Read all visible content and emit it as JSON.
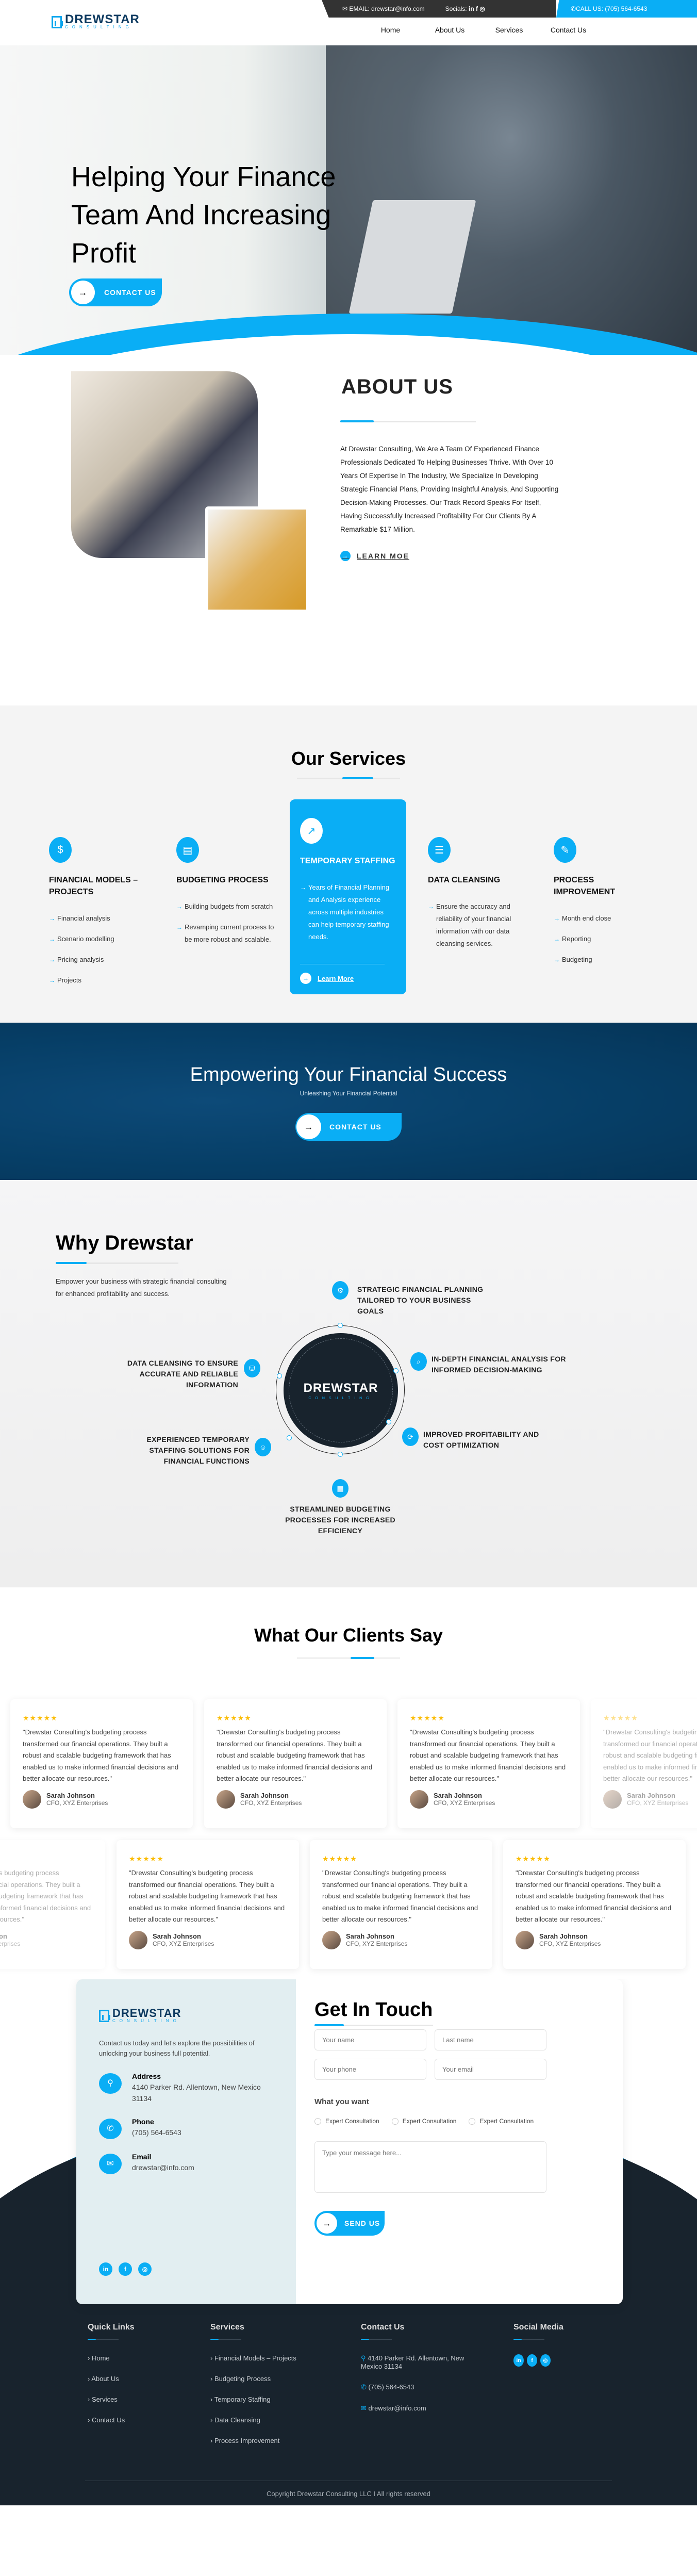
{
  "brand": {
    "name": "DREWSTAR",
    "tagline": "CONSULTING"
  },
  "topbar": {
    "email": "EMAIL: drewstar@info.com",
    "socials_label": "Socials:",
    "call": "CALL US: (705) 564-6543"
  },
  "nav": [
    {
      "label": "Home"
    },
    {
      "label": "About Us"
    },
    {
      "label": "Services"
    },
    {
      "label": "Contact Us"
    }
  ],
  "hero": {
    "title": "Helping Your Finance Team And Increasing Profit",
    "cta": "CONTACT US"
  },
  "about": {
    "title": "ABOUT US",
    "body": "At Drewstar Consulting, We Are A Team Of Experienced Finance Professionals Dedicated To Helping Businesses Thrive. With Over 10 Years Of Expertise In The Industry, We Specialize In Developing Strategic Financial Plans, Providing Insightful Analysis, And Supporting Decision-Making Processes. Our Track Record Speaks For Itself, Having Successfully Increased Profitability For Our Clients By A Remarkable $17 Million.",
    "cta": "LEARN MOE"
  },
  "services": {
    "title": "Our Services",
    "items": [
      {
        "title": "FINANCIAL MODELS – PROJECTS",
        "icon": "money-search-icon",
        "points": [
          "Financial analysis",
          "Scenario modelling",
          "Pricing analysis",
          "Projects"
        ]
      },
      {
        "title": "BUDGETING PROCESS",
        "icon": "budget-calculator-icon",
        "points": [
          "Building budgets from scratch",
          "Revamping current process to be more robust and scalable."
        ]
      },
      {
        "title": "TEMPORARY STAFFING",
        "icon": "staffing-growth-icon",
        "points": [
          "Years of Financial Planning and Analysis experience across multiple industries can help temporary staffing needs."
        ],
        "cta": "Learn More"
      },
      {
        "title": "DATA CLEANSING",
        "icon": "data-cleansing-icon",
        "points": [
          "Ensure the accuracy and reliability of your financial information with our data cleansing services."
        ]
      },
      {
        "title": "PROCESS IMPROVEMENT",
        "icon": "process-document-icon",
        "points": [
          "Month end close",
          "Reporting",
          "Budgeting"
        ]
      }
    ]
  },
  "banner": {
    "title": "Empowering Your Financial Success",
    "subtitle": "Unleashing Your Financial Potential",
    "cta": "CONTACT US"
  },
  "why": {
    "title": "Why  Drewstar",
    "body": "Empower your business with strategic financial consulting for enhanced profitability and success.",
    "features": [
      "STRATEGIC FINANCIAL PLANNING TAILORED TO YOUR BUSINESS GOALS",
      "IN-DEPTH FINANCIAL ANALYSIS FOR INFORMED DECISION-MAKING",
      "IMPROVED PROFITABILITY AND COST OPTIMIZATION",
      "STREAMLINED BUDGETING PROCESSES FOR INCREASED EFFICIENCY",
      "EXPERIENCED TEMPORARY STAFFING SOLUTIONS FOR FINANCIAL FUNCTIONS",
      "DATA CLEANSING TO ENSURE ACCURATE AND RELIABLE INFORMATION"
    ]
  },
  "testimonials": {
    "title": "What Our Clients Say",
    "stars": "★★★★★",
    "quote": "\"Drewstar Consulting's budgeting process transformed our financial operations. They built a robust and scalable budgeting framework that has enabled us to make informed financial decisions and better allocate our resources.\"",
    "name": "Sarah Johnson",
    "role": "CFO, XYZ Enterprises"
  },
  "contact": {
    "intro": "Contact us today and let's explore the possibilities of unlocking your business full potential.",
    "address_label": "Address",
    "address": "4140 Parker Rd. Allentown, New Mexico 31134",
    "phone_label": "Phone",
    "phone": "(705) 564-6543",
    "email_label": "Email",
    "email": "drewstar@info.com",
    "form_title": "Get In Touch",
    "ph_first": "Your name",
    "ph_last": "Last name",
    "ph_phone": "Your phone",
    "ph_email": "Your email",
    "want_label": "What you want",
    "options": [
      "Expert Consultation",
      "Expert Consultation",
      "Expert Consultation"
    ],
    "ph_message": "Type your message here...",
    "submit": "SEND US"
  },
  "footer": {
    "quick_title": "Quick Links",
    "quick": [
      "Home",
      "About Us",
      "Services",
      "Contact Us"
    ],
    "services_title": "Services",
    "services": [
      "Financial Models – Projects",
      "Budgeting Process",
      "Temporary Staffing",
      "Data Cleansing",
      "Process Improvement"
    ],
    "contact_title": "Contact Us",
    "address": "4140 Parker Rd. Allentown, New Mexico 31134",
    "phone": "(705) 564-6543",
    "email": "drewstar@info.com",
    "social_title": "Social Media",
    "copyright": "Copyright Drewstar Consulting LLC I All rights reserved"
  },
  "colors": {
    "accent": "#0aaef5",
    "navy": "#063e66",
    "dark": "#18232d"
  }
}
